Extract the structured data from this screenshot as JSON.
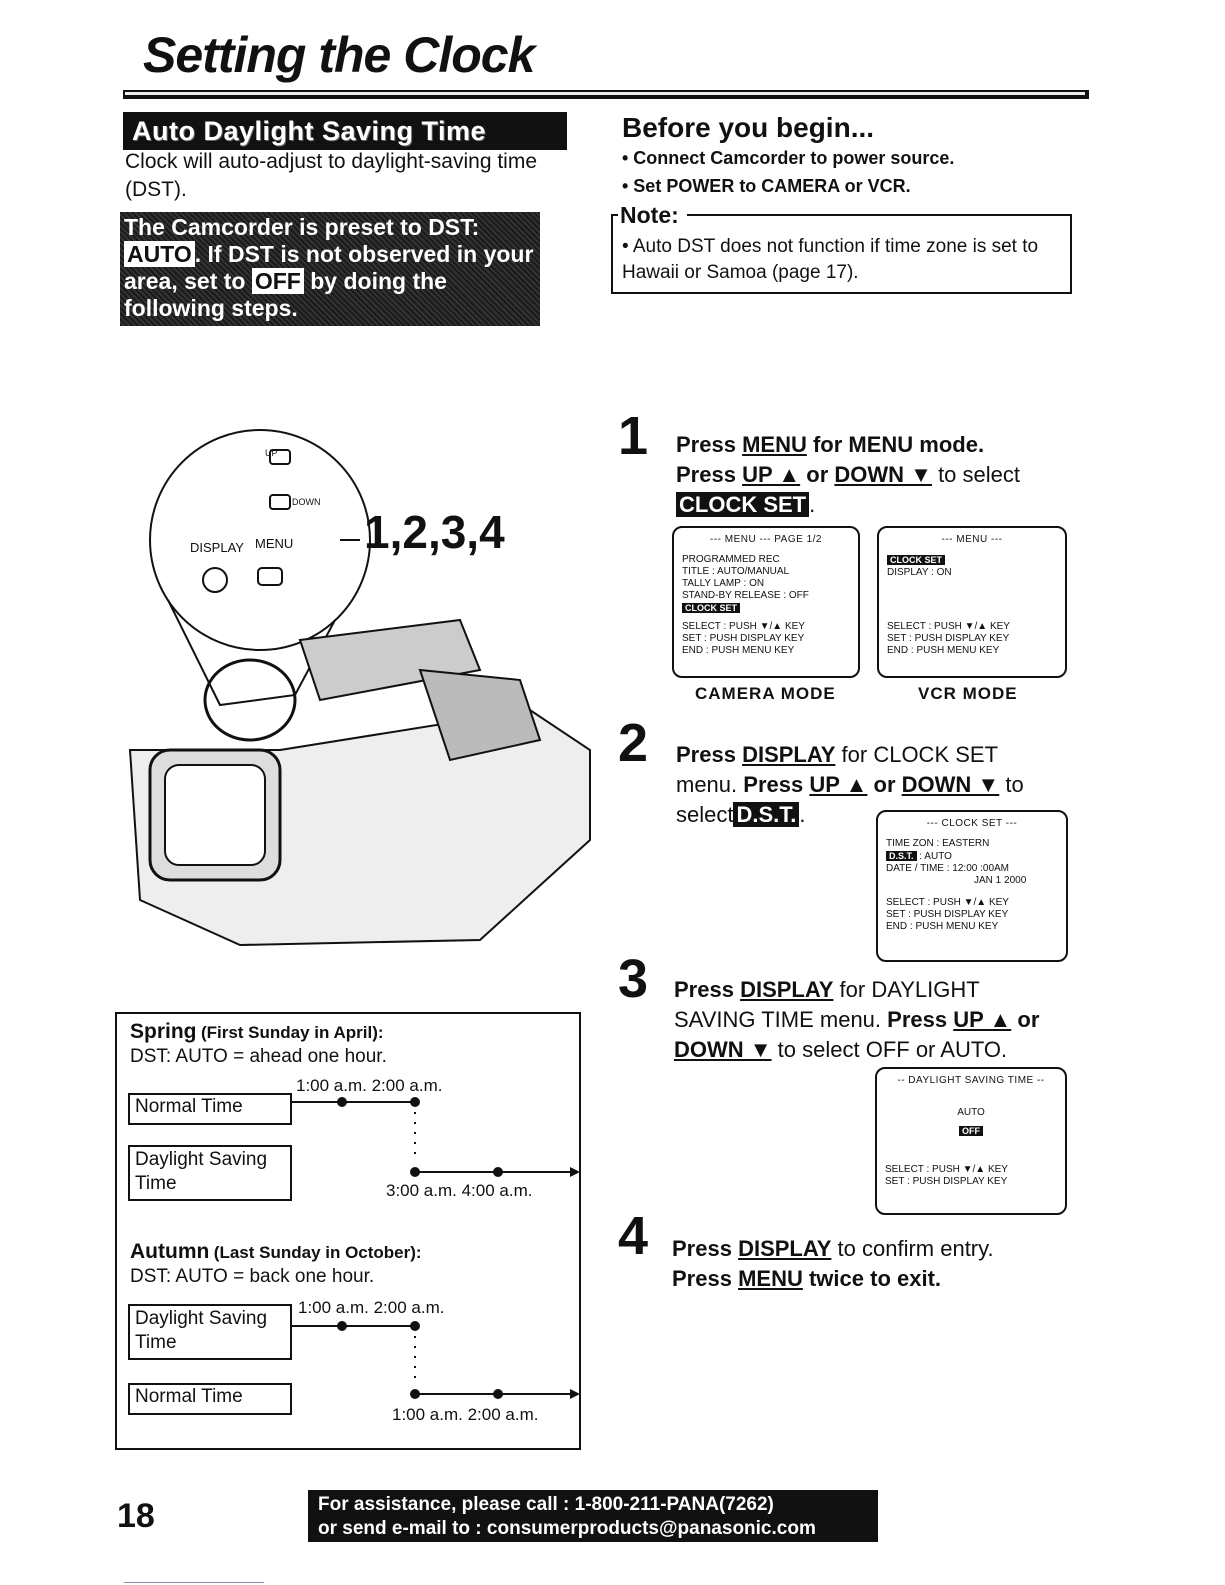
{
  "header": {
    "title": "Setting the Clock"
  },
  "left": {
    "section_title": "Auto Daylight Saving Time",
    "intro": "Clock will auto-adjust to daylight-saving time (DST).",
    "preset_part1": "The Camcorder is preset to DST:",
    "preset_chip_auto": "AUTO",
    "preset_part2": ". If DST is not observed in your area, set to",
    "preset_chip_off": "OFF",
    "preset_part3": "by doing the following steps.",
    "camera_labels": {
      "up": "UP",
      "down": "DOWN",
      "display": "DISPLAY",
      "menu": "MENU",
      "steps": "1,2,3,4"
    }
  },
  "before": {
    "heading": "Before you begin...",
    "bullets": [
      "• Connect Camcorder to power source.",
      "• Set POWER to CAMERA or VCR."
    ],
    "note_label": "Note:",
    "note_text": "• Auto DST does not function if time zone is set to Hawaii or Samoa (page 17)."
  },
  "steps": {
    "s1": {
      "num": "1",
      "a_pre": "Press",
      "a_key": "MENU",
      "a_post": "for MENU mode.",
      "b_pre": "Press",
      "b_up": "UP ▲",
      "b_or": "or",
      "b_down": "DOWN ▼",
      "b_post": "to select",
      "chip": "CLOCK SET",
      "period": "."
    },
    "camera_screen": {
      "header": "--- MENU ---   PAGE 1/2",
      "lines": [
        "PROGRAMMED REC",
        "TITLE       : AUTO/MANUAL",
        "TALLY LAMP       : ON",
        "STAND-BY RELEASE : OFF"
      ],
      "selected": "CLOCK SET",
      "keys": [
        "SELECT : PUSH ▼/▲ KEY",
        "SET    : PUSH DISPLAY KEY",
        "END    : PUSH MENU KEY"
      ],
      "caption": "CAMERA MODE"
    },
    "vcr_screen": {
      "header": "--- MENU ---",
      "selected": "CLOCK SET",
      "lines": [
        "DISPLAY        : ON"
      ],
      "keys": [
        "SELECT : PUSH ▼/▲ KEY",
        "SET    : PUSH DISPLAY KEY",
        "END    : PUSH MENU KEY"
      ],
      "caption": "VCR MODE"
    },
    "s2": {
      "num": "2",
      "pre": "Press",
      "key": "DISPLAY",
      "post": "for CLOCK SET",
      "line2_pre": "menu.",
      "line2_press": "Press",
      "up": "UP ▲",
      "or": "or",
      "down": "DOWN ▼",
      "to": "to",
      "select": "select",
      "chip": "D.S.T.",
      "period": "."
    },
    "clock_screen": {
      "header": "--- CLOCK SET ---",
      "l1": "TIME ZON    : EASTERN",
      "sel": "D.S.T.",
      "l2": ": AUTO",
      "l3": "DATE / TIME : 12:00 :00AM",
      "l4": "JAN  1  2000",
      "keys": [
        "SELECT : PUSH ▼/▲ KEY",
        "SET    : PUSH DISPLAY KEY",
        "END    : PUSH MENU KEY"
      ]
    },
    "s3": {
      "num": "3",
      "pre": "Press",
      "key": "DISPLAY",
      "post": "for DAYLIGHT",
      "line2": "SAVING TIME menu.",
      "press": "Press",
      "up": "UP ▲",
      "or": "or",
      "down": "DOWN ▼",
      "post3": "to select OFF or AUTO."
    },
    "dst_screen": {
      "header": "-- DAYLIGHT SAVING TIME --",
      "opt1": "AUTO",
      "opt2": "OFF",
      "keys": [
        "SELECT : PUSH ▼/▲ KEY",
        "SET    : PUSH DISPLAY KEY"
      ]
    },
    "s4": {
      "num": "4",
      "pre": "Press",
      "key": "DISPLAY",
      "post": "to confirm entry.",
      "l2_pre": "Press",
      "l2_key": "MENU",
      "l2_post": "twice to exit."
    }
  },
  "dst_box": {
    "spring_title": "Spring",
    "spring_sub": "(First Sunday in April):",
    "spring_desc": "DST: AUTO = ahead one hour.",
    "spring_top_times": "1:00 a.m.  2:00 a.m.",
    "spring_bottom_times": "3:00 a.m.  4:00 a.m.",
    "normal_time": "Normal Time",
    "dst_label_1": "Daylight Saving",
    "dst_label_2": "Time",
    "autumn_title": "Autumn",
    "autumn_sub": "(Last Sunday in October):",
    "autumn_desc": "DST: AUTO = back one hour.",
    "autumn_top_times": "1:00 a.m.  2:00 a.m.",
    "autumn_bottom_times": "1:00 a.m.  2:00 a.m."
  },
  "footer": {
    "page_number": "18",
    "line1": "For assistance, please call : 1-800-211-PANA(7262)",
    "line2": "or send e-mail to : consumerproducts@panasonic.com"
  }
}
